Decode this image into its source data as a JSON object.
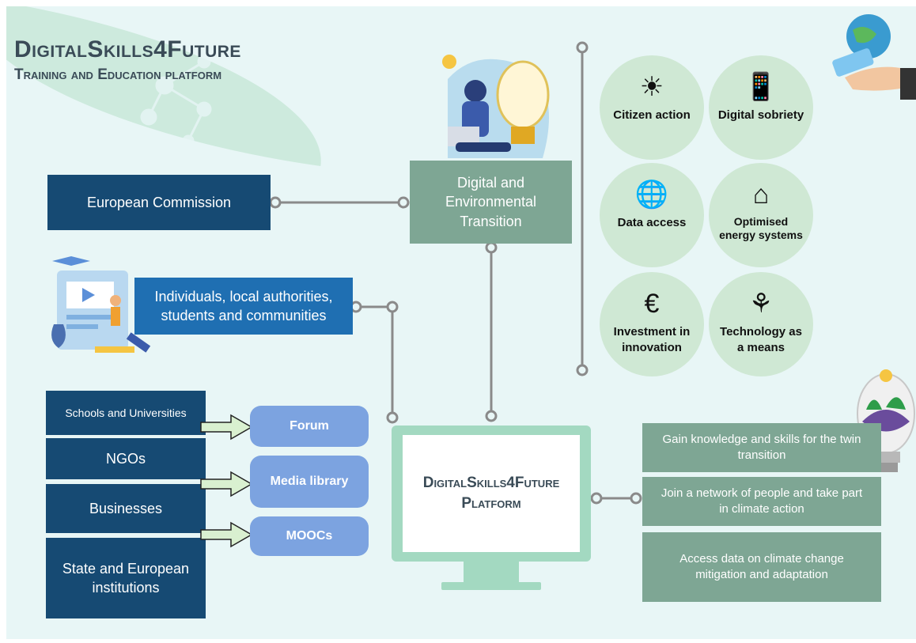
{
  "title": {
    "main": "DigitalSkills4Future",
    "sub": "Training and Education platform"
  },
  "nodes": {
    "european_commission": "European Commission",
    "transition": "Digital and Environmental Transition",
    "individuals": "Individuals, local authorities, students and communities",
    "platform_line1": "DigitalSkills4Future",
    "platform_line2": "Platform"
  },
  "stakeholders": [
    "Schools and Universities",
    "NGOs",
    "Businesses",
    "State and European institutions"
  ],
  "tools": [
    "Forum",
    "Media library",
    "MOOCs"
  ],
  "themes": [
    {
      "label": "Citizen action",
      "icon": "sun-people-icon"
    },
    {
      "label": "Digital sobriety",
      "icon": "phone-leaf-icon"
    },
    {
      "label": "Data access",
      "icon": "globe-icon"
    },
    {
      "label": "Optimised energy systems",
      "icon": "house-plug-icon"
    },
    {
      "label": "Investment in innovation",
      "icon": "hands-euro-icon"
    },
    {
      "label": "Technology as a means",
      "icon": "plant-phone-icon"
    }
  ],
  "outcomes": [
    "Gain knowledge and skills for the twin transition",
    "Join a network of people and take part in climate action",
    "Access data on climate change mitigation and adaptation"
  ],
  "colors": {
    "background": "#e8f6f6",
    "dark_blue": "#164a73",
    "mid_blue": "#1f6fb2",
    "sage": "#7ea694",
    "pill_blue": "#7ca3e0",
    "circle_green": "#cfe8d4",
    "monitor_green": "#a3d9c1"
  }
}
